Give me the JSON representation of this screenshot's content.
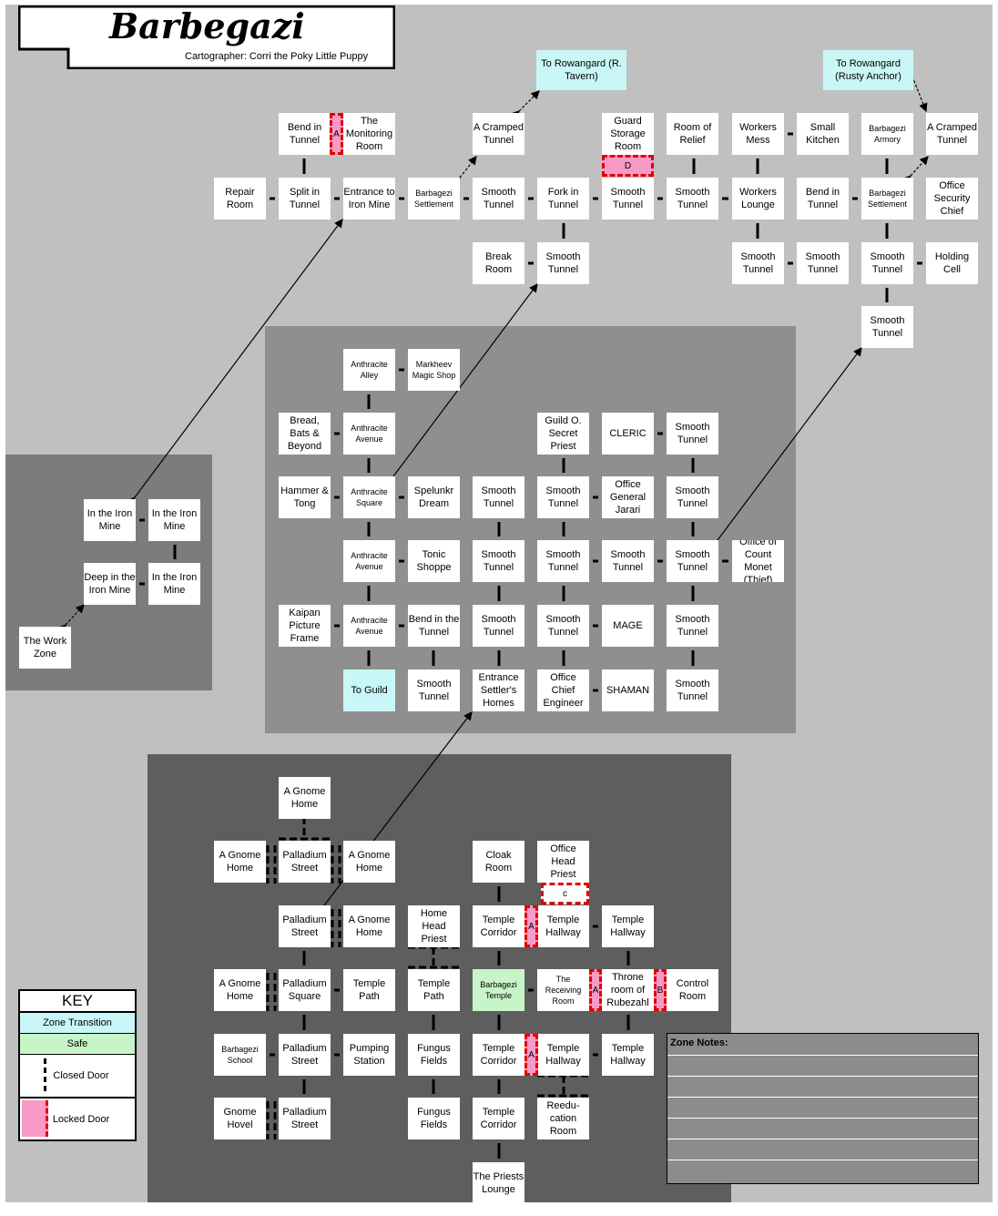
{
  "title": "Barbegazi",
  "cartographer": "Cartographer: Corri the Poky Little Puppy",
  "key": {
    "title": "KEY",
    "zone_transition": "Zone Transition",
    "safe": "Safe",
    "closed_door": "Closed Door",
    "locked_door": "Locked Door"
  },
  "zone_notes_label": "Zone Notes:",
  "colors": {
    "zone_transition": "#c9f7f7",
    "safe": "#c8f5c8",
    "locked_door": "#f79ac8",
    "top_area": "#c0c0c0",
    "middle_area": "#8f8f8f",
    "bottom_area": "#5e5e5e"
  },
  "rooms": [
    {
      "id": "rowan-r-tavern",
      "text": "To Rowangard (R. Tavern)",
      "type": "zone"
    },
    {
      "id": "rowan-rusty",
      "text": "To Rowangard (Rusty Anchor)",
      "type": "zone"
    },
    {
      "id": "bend-tunnel-1",
      "text": "Bend in Tunnel"
    },
    {
      "id": "monitoring-room",
      "text": "The Monitoring Room"
    },
    {
      "id": "cramped-1",
      "text": "A Cramped Tunnel"
    },
    {
      "id": "guard-storage",
      "text": "Guard Storage Room"
    },
    {
      "id": "room-relief",
      "text": "Room of Relief"
    },
    {
      "id": "workers-mess",
      "text": "Workers Mess"
    },
    {
      "id": "small-kitchen",
      "text": "Small Kitchen"
    },
    {
      "id": "barb-armory",
      "text": "Barbagezi Armory",
      "small": true
    },
    {
      "id": "cramped-2",
      "text": "A Cramped Tunnel"
    },
    {
      "id": "repair-room",
      "text": "Repair Room"
    },
    {
      "id": "split-tunnel",
      "text": "Split in Tunnel"
    },
    {
      "id": "entrance-iron",
      "text": "Entrance to Iron Mine"
    },
    {
      "id": "barb-settle-1",
      "text": "Barbagezi Settlement",
      "small": true
    },
    {
      "id": "smooth-t1",
      "text": "Smooth Tunnel"
    },
    {
      "id": "fork-tunnel",
      "text": "Fork in Tunnel"
    },
    {
      "id": "smooth-t2",
      "text": "Smooth Tunnel"
    },
    {
      "id": "smooth-t3",
      "text": "Smooth Tunnel"
    },
    {
      "id": "workers-lounge",
      "text": "Workers Lounge"
    },
    {
      "id": "bend-tunnel-2",
      "text": "Bend in Tunnel"
    },
    {
      "id": "barb-settle-2",
      "text": "Barbagezi Settlement",
      "small": true
    },
    {
      "id": "office-security",
      "text": "Office Security Chief"
    },
    {
      "id": "break-room",
      "text": "Break Room"
    },
    {
      "id": "smooth-t4",
      "text": "Smooth Tunnel"
    },
    {
      "id": "smooth-t5",
      "text": "Smooth Tunnel"
    },
    {
      "id": "smooth-t6",
      "text": "Smooth Tunnel"
    },
    {
      "id": "smooth-t7",
      "text": "Smooth Tunnel"
    },
    {
      "id": "holding-cell",
      "text": "Holding Cell"
    },
    {
      "id": "smooth-t8",
      "text": "Smooth Tunnel"
    },
    {
      "id": "iron-mine-1",
      "text": "In the Iron Mine"
    },
    {
      "id": "iron-mine-2",
      "text": "In the Iron Mine"
    },
    {
      "id": "deep-iron",
      "text": "Deep in the Iron Mine"
    },
    {
      "id": "iron-mine-3",
      "text": "In the Iron Mine"
    },
    {
      "id": "work-zone",
      "text": "The Work Zone"
    },
    {
      "id": "anthracite-alley",
      "text": "Anthracite Alley",
      "small": true
    },
    {
      "id": "markheev",
      "text": "Markheev Magic Shop",
      "small": true
    },
    {
      "id": "bread-bats",
      "text": "Bread, Bats & Beyond"
    },
    {
      "id": "anthracite-ave-1",
      "text": "Anthracite Avenue",
      "small": true
    },
    {
      "id": "guild-secret",
      "text": "Guild O. Secret Priest"
    },
    {
      "id": "cleric",
      "text": "CLERIC"
    },
    {
      "id": "smooth-m1",
      "text": "Smooth Tunnel"
    },
    {
      "id": "hammer-tong",
      "text": "Hammer & Tong"
    },
    {
      "id": "anthracite-sq",
      "text": "Anthracite Square",
      "small": true
    },
    {
      "id": "spelunkr",
      "text": "Spelunkr Dream"
    },
    {
      "id": "smooth-m2",
      "text": "Smooth Tunnel"
    },
    {
      "id": "smooth-m3",
      "text": "Smooth Tunnel"
    },
    {
      "id": "office-jarari",
      "text": "Office General Jarari"
    },
    {
      "id": "smooth-m4",
      "text": "Smooth Tunnel"
    },
    {
      "id": "anthracite-ave-2",
      "text": "Anthracite Avenue",
      "small": true
    },
    {
      "id": "tonic-shoppe",
      "text": "Tonic Shoppe"
    },
    {
      "id": "smooth-m5",
      "text": "Smooth Tunnel"
    },
    {
      "id": "smooth-m6",
      "text": "Smooth Tunnel"
    },
    {
      "id": "smooth-m7",
      "text": "Smooth Tunnel"
    },
    {
      "id": "smooth-m8",
      "text": "Smooth Tunnel"
    },
    {
      "id": "office-monet",
      "text": "Office of Count Monet (Thief)"
    },
    {
      "id": "kaipan",
      "text": "Kaipan Picture Frame"
    },
    {
      "id": "anthracite-ave-3",
      "text": "Anthracite Avenue",
      "small": true
    },
    {
      "id": "bend-the-tunnel",
      "text": "Bend in the Tunnel"
    },
    {
      "id": "smooth-m9",
      "text": "Smooth Tunnel"
    },
    {
      "id": "smooth-m10",
      "text": "Smooth Tunnel"
    },
    {
      "id": "mage",
      "text": "MAGE"
    },
    {
      "id": "smooth-m11",
      "text": "Smooth Tunnel"
    },
    {
      "id": "to-guild",
      "text": "To Guild",
      "type": "zone"
    },
    {
      "id": "smooth-m12",
      "text": "Smooth Tunnel"
    },
    {
      "id": "entrance-settlers",
      "text": "Entrance Settler's Homes"
    },
    {
      "id": "office-engineer",
      "text": "Office Chief Engineer"
    },
    {
      "id": "shaman",
      "text": "SHAMAN"
    },
    {
      "id": "smooth-m13",
      "text": "Smooth Tunnel"
    },
    {
      "id": "gnome-home-1",
      "text": "A Gnome Home"
    },
    {
      "id": "gnome-home-2",
      "text": "A Gnome Home"
    },
    {
      "id": "palladium-st-1",
      "text": "Palladium Street"
    },
    {
      "id": "gnome-home-3",
      "text": "A Gnome Home"
    },
    {
      "id": "cloak-room",
      "text": "Cloak Room"
    },
    {
      "id": "office-head-priest",
      "text": "Office Head Priest"
    },
    {
      "id": "palladium-st-2",
      "text": "Palladium Street"
    },
    {
      "id": "gnome-home-4",
      "text": "A Gnome Home"
    },
    {
      "id": "home-head-priest",
      "text": "Home Head Priest"
    },
    {
      "id": "temple-corr-1",
      "text": "Temple Corridor"
    },
    {
      "id": "temple-hall-1",
      "text": "Temple Hallway"
    },
    {
      "id": "temple-hall-2",
      "text": "Temple Hallway"
    },
    {
      "id": "gnome-home-5",
      "text": "A Gnome Home"
    },
    {
      "id": "palladium-sq",
      "text": "Palladium Square"
    },
    {
      "id": "temple-path-1",
      "text": "Temple Path"
    },
    {
      "id": "temple-path-2",
      "text": "Temple Path"
    },
    {
      "id": "barb-temple",
      "text": "Barbagezi Temple",
      "type": "safe",
      "small": true
    },
    {
      "id": "receiving-room",
      "text": "The Receiving Room",
      "small": true
    },
    {
      "id": "throne-room",
      "text": "Throne room of Rubezahl"
    },
    {
      "id": "control-room",
      "text": "Control Room"
    },
    {
      "id": "barb-school",
      "text": "Barbagezi School",
      "small": true
    },
    {
      "id": "palladium-st-3",
      "text": "Palladium Street"
    },
    {
      "id": "pumping",
      "text": "Pumping Station"
    },
    {
      "id": "fungus-1",
      "text": "Fungus Fields"
    },
    {
      "id": "temple-corr-2",
      "text": "Temple Corridor"
    },
    {
      "id": "temple-hall-3",
      "text": "Temple Hallway"
    },
    {
      "id": "temple-hall-4",
      "text": "Temple Hallway"
    },
    {
      "id": "gnome-hovel",
      "text": "Gnome Hovel"
    },
    {
      "id": "palladium-st-4",
      "text": "Palladium Street"
    },
    {
      "id": "fungus-2",
      "text": "Fungus Fields"
    },
    {
      "id": "temple-corr-3",
      "text": "Temple Corridor"
    },
    {
      "id": "reeducation",
      "text": "Reedu- cation Room"
    },
    {
      "id": "priests-lounge",
      "text": "The Priests Lounge"
    }
  ],
  "door_labels": [
    {
      "id": "door-a-monitoring",
      "text": "A"
    },
    {
      "id": "door-d-guard",
      "text": "D"
    },
    {
      "id": "door-c-office",
      "text": "c"
    },
    {
      "id": "door-a-temple-1",
      "text": "A"
    },
    {
      "id": "door-a-receiving",
      "text": "A"
    },
    {
      "id": "door-b-control",
      "text": "B"
    },
    {
      "id": "door-a-temple-2",
      "text": "A"
    }
  ]
}
